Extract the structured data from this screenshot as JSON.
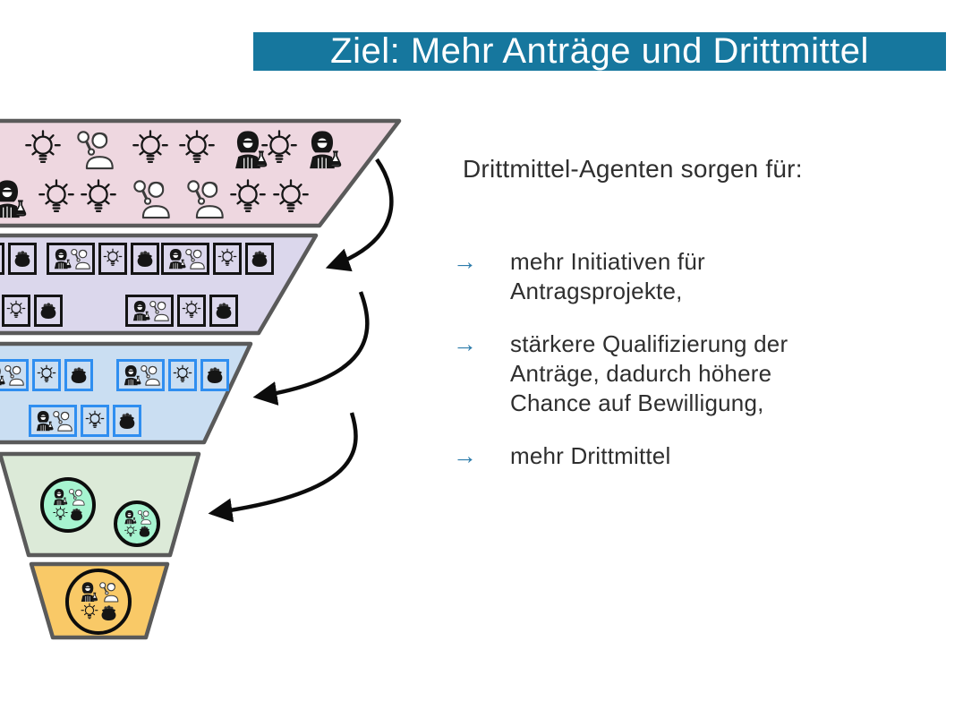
{
  "colors": {
    "title_bg": "#16779e",
    "title_text": "#ffffff",
    "stage_border": "#5a5a5a",
    "arrow_black": "#0c0c0c",
    "bullet_arrow": "#2d7cab",
    "body_text": "#2f2f2f"
  },
  "title": {
    "text": "Ziel: Mehr Anträge und Drittmittel"
  },
  "funnel": {
    "team_icons": [
      "scientist",
      "researcher",
      "bulb",
      "pot"
    ],
    "stages": [
      {
        "name": "ideen",
        "fill": "#eed7e0",
        "rows": [
          [
            "bulb",
            "researcher",
            "bulb",
            "bulb",
            "scientist",
            "bulb",
            "scientist"
          ],
          [
            "scientist",
            "bulb",
            "bulb",
            "researcher",
            "researcher",
            "bulb",
            "bulb"
          ]
        ]
      },
      {
        "name": "antragsprojekte",
        "fill": "#dbd7ec",
        "box_border": "#141414",
        "rows": [
          [
            "team",
            "team",
            "team"
          ],
          [
            "team",
            "team"
          ]
        ]
      },
      {
        "name": "qualifizierte-antraege",
        "fill": "#cadef2",
        "box_border": "#2f8ef0",
        "rows": [
          [
            "team",
            "team"
          ],
          [
            "team"
          ]
        ]
      },
      {
        "name": "bewilligte-projekte",
        "fill": "#dcead8",
        "bubble_fill": "#a6f4d0",
        "rows": [
          [
            "team-bubble",
            "team-bubble"
          ]
        ]
      },
      {
        "name": "drittmittel-projekt",
        "fill": "#f9c967",
        "bubble_fill": "#f9c967",
        "rows": [
          [
            "team-bubble"
          ]
        ]
      }
    ],
    "flow_arrows": 3
  },
  "right_panel": {
    "heading": "Drittmittel-Agenten sorgen für:",
    "marker": "→",
    "bullets": [
      {
        "lines": [
          "mehr Initiativen für",
          "Antragsprojekte,"
        ]
      },
      {
        "lines": [
          "stärkere Qualifizierung der",
          "Anträge, dadurch höhere",
          "Chance auf Bewilligung,"
        ]
      },
      {
        "lines": [
          "mehr Drittmittel"
        ]
      }
    ]
  }
}
